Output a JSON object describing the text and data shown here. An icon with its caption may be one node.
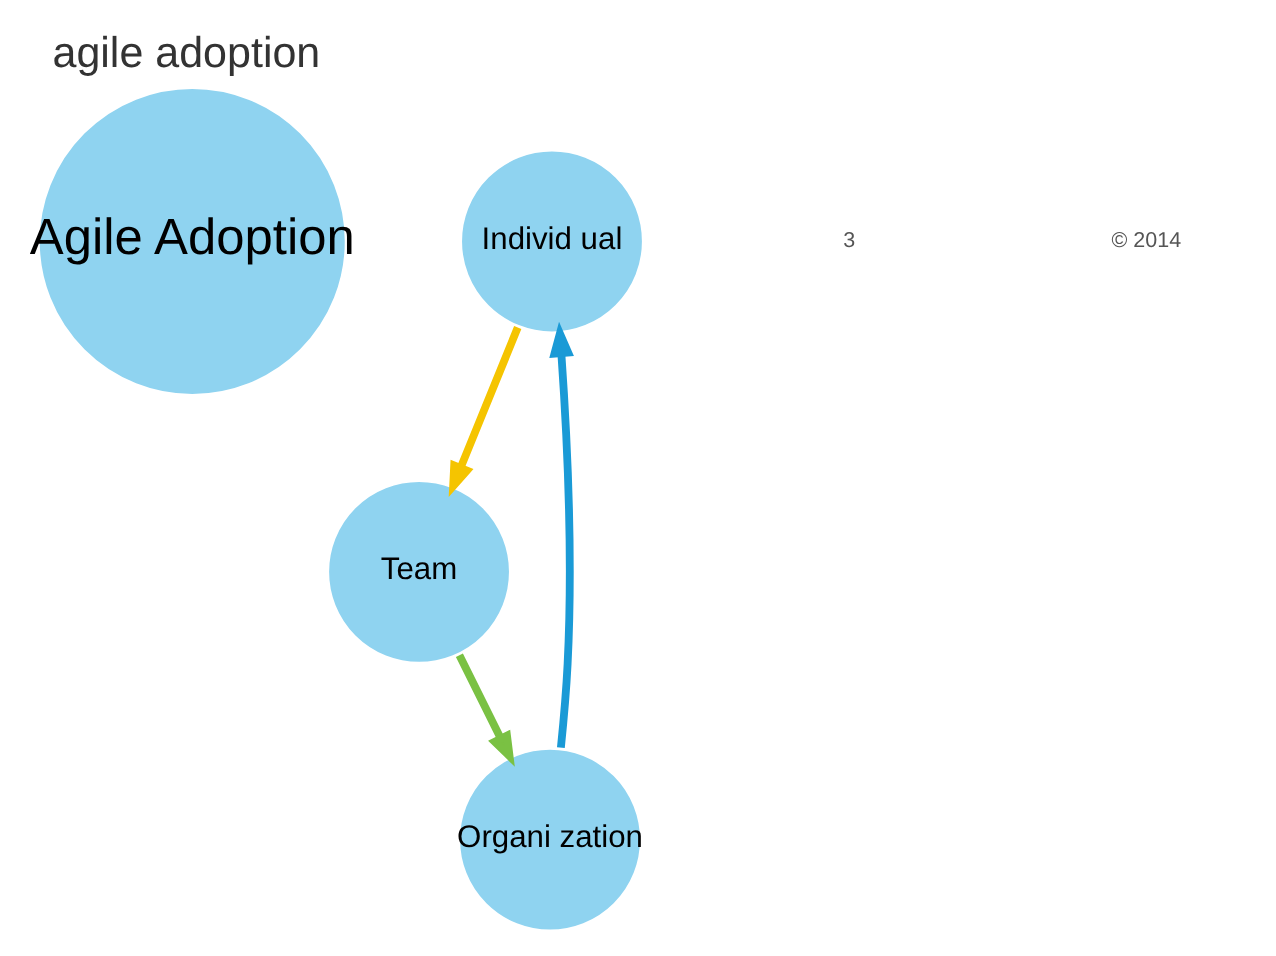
{
  "diagram": {
    "title": "agile adoption",
    "nodes": [
      {
        "text": [
          "Agile Adoption"
        ]
      },
      {
        "text": [
          "Individ ual"
        ]
      },
      {
        "text": [
          "Team"
        ]
      },
      {
        "text": [
          "Organi zation"
        ]
      }
    ],
    "edges": [
      {
        "from": 1,
        "to": 2,
        "arrow": "to",
        "color": "#f5c400"
      },
      {
        "from": 2,
        "to": 3,
        "arrow": "to",
        "color": "#7ac143"
      },
      {
        "from": 3,
        "to": 1,
        "arrow": "to",
        "color": "#1a9ad6"
      }
    ],
    "labels": [
      "3",
      "© 2014"
    ]
  }
}
